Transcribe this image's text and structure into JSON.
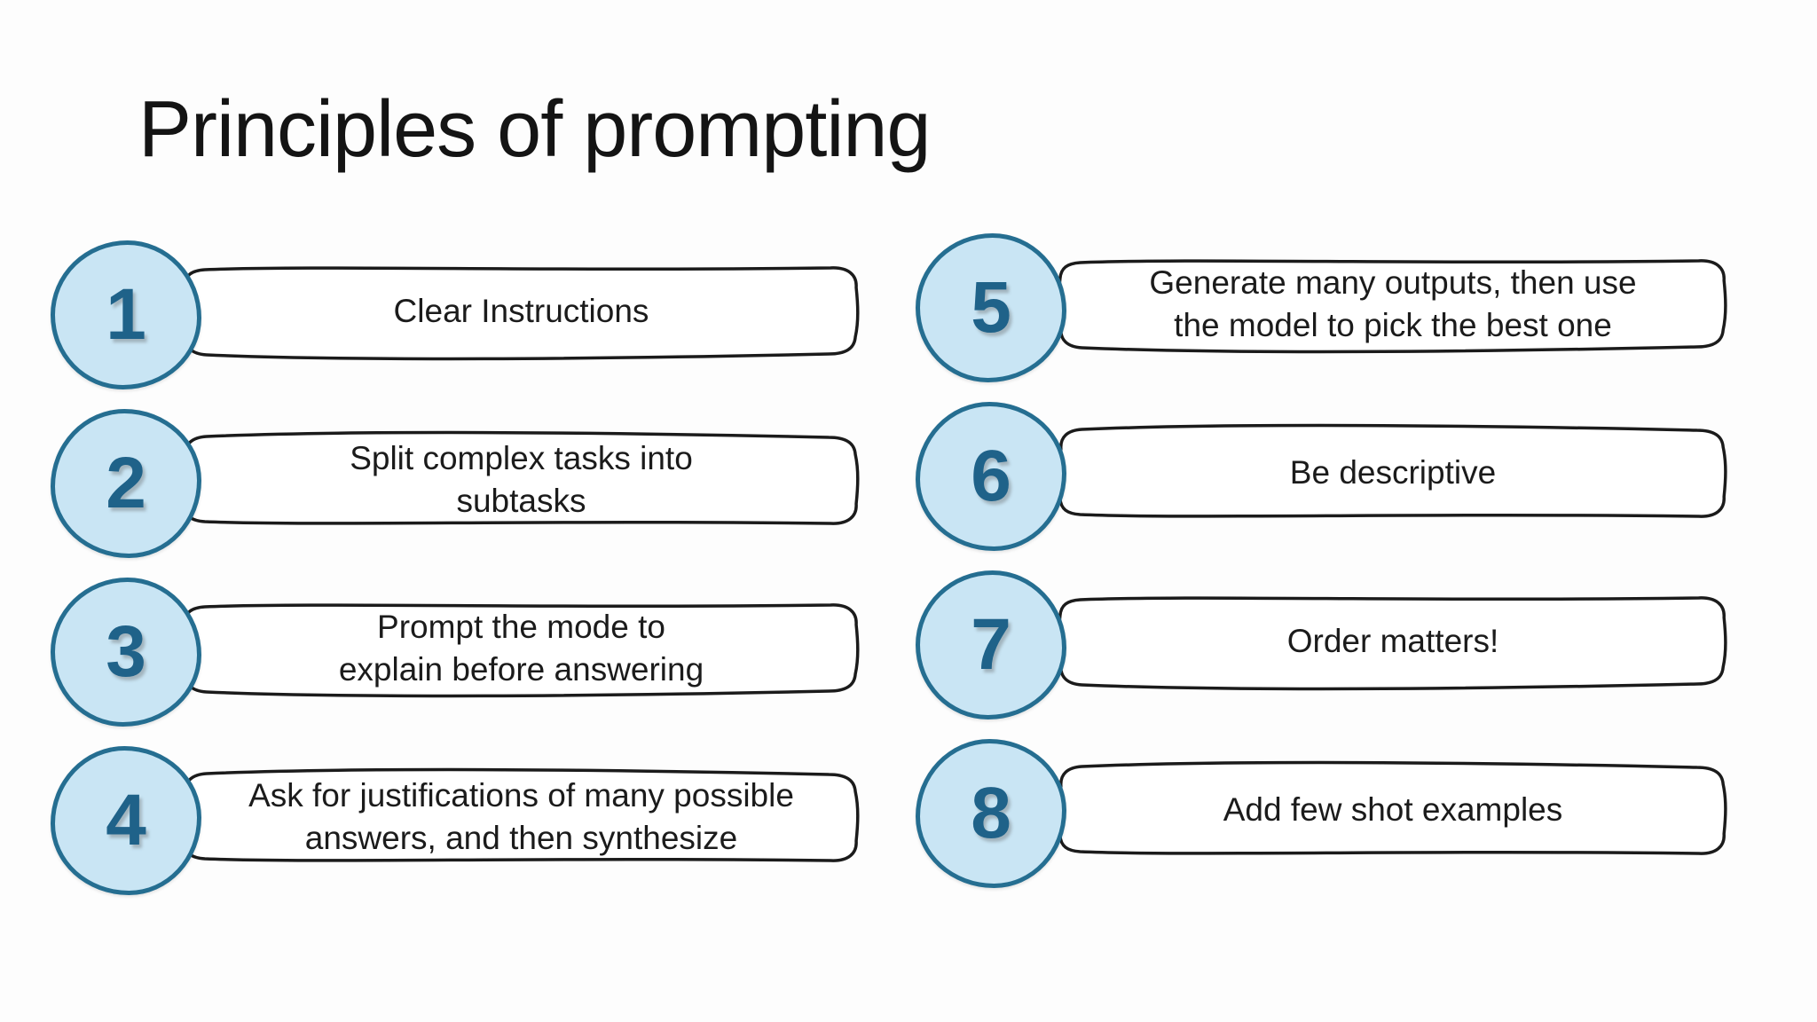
{
  "title": "Principles of prompting",
  "colors": {
    "background": "#fdfdfd",
    "circle_fill": "#c9e5f4",
    "circle_border": "#256e91",
    "number_color": "#1f6289",
    "box_border": "#1b1b1b",
    "box_fill": "#ffffff",
    "label_color": "#1b1b1b",
    "title_color": "#141414"
  },
  "items": [
    {
      "number": "1",
      "label": "Clear Instructions"
    },
    {
      "number": "2",
      "label": "Split complex tasks into\nsubtasks"
    },
    {
      "number": "3",
      "label": "Prompt the mode to\nexplain before answering"
    },
    {
      "number": "4",
      "label": "Ask for justifications of many possible\nanswers, and then synthesize"
    },
    {
      "number": "5",
      "label": "Generate many outputs, then use\nthe model to pick the best one"
    },
    {
      "number": "6",
      "label": "Be descriptive"
    },
    {
      "number": "7",
      "label": "Order matters!"
    },
    {
      "number": "8",
      "label": "Add few shot examples"
    }
  ]
}
